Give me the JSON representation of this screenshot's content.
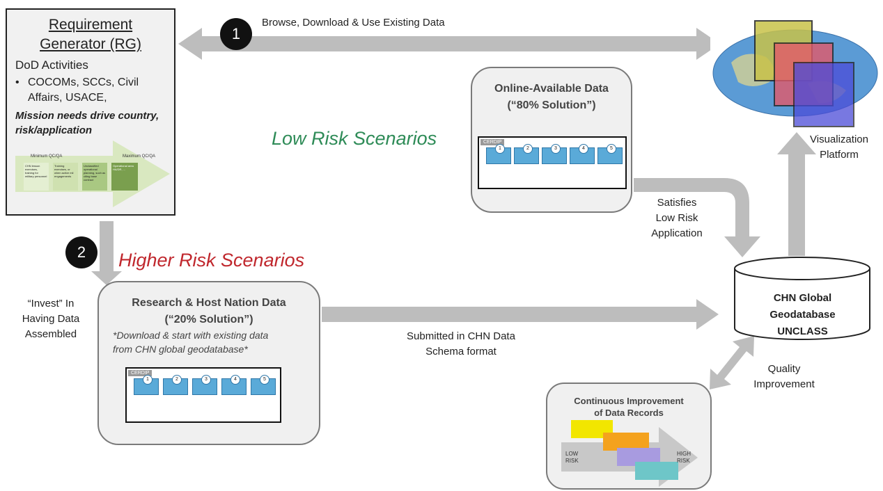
{
  "step_badges": {
    "one": "1",
    "two": "2"
  },
  "top_arrow_label": "Browse, Download & Use Existing Data",
  "requirement_generator": {
    "title_line1": "Requirement",
    "title_line2": "Generator (RG)",
    "subtitle": "DoD Activities",
    "bullet": "COCOMs, SCCs, Civil Affairs, USACE,",
    "mission": "Mission needs drive country, risk/application",
    "qc_min": "Minimum QC/QA",
    "qc_max": "Maximum QC/QA",
    "qc_steps": [
      "CHN lesson exercises, training for military personnel",
      "Training exercises, or when active mil engagements",
      "Unclassified operational planning, such as citing base contract",
      "Operational area HA/DR, ..."
    ]
  },
  "low_risk_label": "Low Risk Scenarios",
  "higher_risk_label": "Higher Risk Scenarios",
  "online_box": {
    "title_line1": "Online-Available Data",
    "title_line2": "(“80% Solution”)"
  },
  "research_box": {
    "title_line1": "Research & Host Nation Data",
    "title_line2": "(“20% Solution”)",
    "note_line1": "*Download & start with existing data",
    "note_line2": "from CHN global geodatabase*"
  },
  "cerdip": {
    "tag": "CERDIP",
    "steps": [
      "1",
      "2",
      "3",
      "4",
      "5"
    ]
  },
  "visualization_label": {
    "line1": "Visualization",
    "line2": "Platform"
  },
  "satisfies_label": {
    "line1": "Satisfies",
    "line2": "Low Risk",
    "line3": "Application"
  },
  "invest_label": {
    "line1": "“Invest” In",
    "line2": "Having Data",
    "line3": "Assembled"
  },
  "submitted_label": {
    "line1": "Submitted in CHN Data",
    "line2": "Schema format"
  },
  "geodatabase": {
    "line1": "CHN Global",
    "line2": "Geodatabase",
    "line3": "UNCLASS"
  },
  "quality_label": {
    "line1": "Quality",
    "line2": "Improvement"
  },
  "continuous_box": {
    "title_line1": "Continuous Improvement",
    "title_line2": "of Data Records",
    "low": "LOW RISK",
    "high": "HIGH RISK"
  },
  "colors": {
    "arrow_gray": "#bdbdbd",
    "low_risk_green": "#2e8b57",
    "higher_risk_red": "#c0272d",
    "ocean_blue": "#5b9bd5"
  }
}
